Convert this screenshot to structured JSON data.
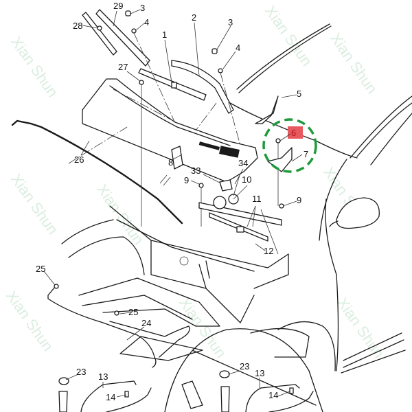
{
  "watermark": {
    "text": "Xian Shun",
    "color": "#bfe0c8"
  },
  "highlight": {
    "callout": "6",
    "callout_bg": "#e8595f",
    "ring_color": "#1f9a3a"
  },
  "callouts": {
    "c29": "29",
    "c3a": "3",
    "c28": "28",
    "c4a": "4",
    "c2": "2",
    "c3b": "3",
    "c1": "1",
    "c4b": "4",
    "c27": "27",
    "c5": "5",
    "c6": "6",
    "c7": "7",
    "c26": "26",
    "c8": "8",
    "c34": "34",
    "c33": "33",
    "c9a": "9",
    "c10": "10",
    "c11": "11",
    "c9b": "9",
    "c12": "12",
    "c25a": "25",
    "c25b": "25",
    "c24": "24",
    "c23a": "23",
    "c13a": "13",
    "c14a": "14",
    "c23b": "23",
    "c13b": "13",
    "c14b": "14"
  }
}
